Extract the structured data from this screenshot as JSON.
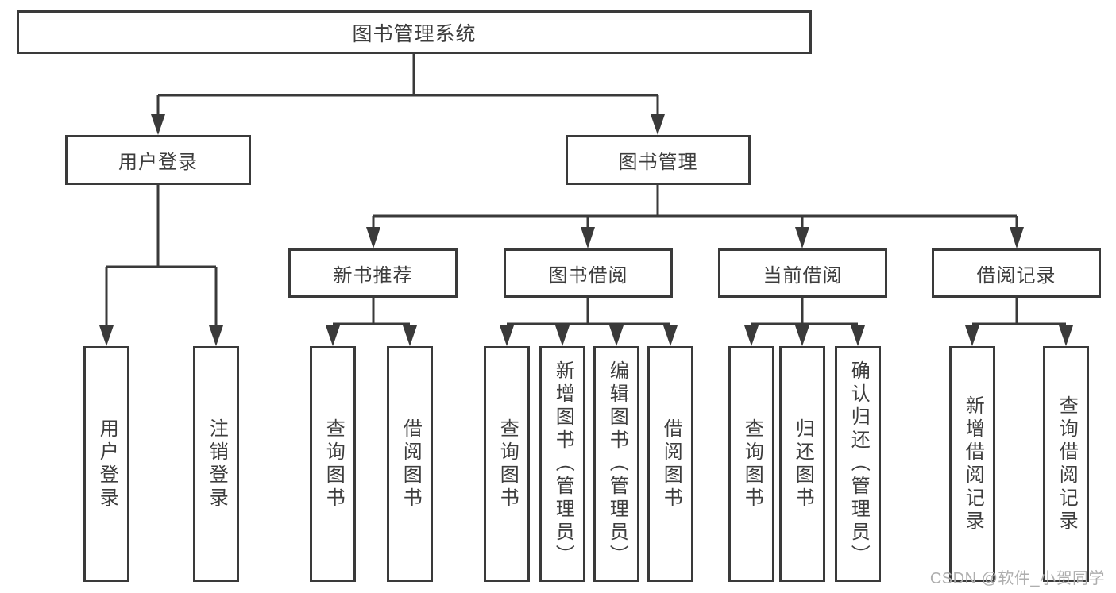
{
  "colors": {
    "line": "#3a3a3a",
    "box_border": "#3a3a3a",
    "text": "#3d3d3d",
    "watermark": "#aeaeae",
    "background": "#ffffff"
  },
  "watermark": {
    "text": "CSDN @软件_小贺同学"
  },
  "tree": {
    "label": "图书管理系统",
    "children": [
      {
        "label": "用户登录",
        "children": [
          {
            "label": "用户登录"
          },
          {
            "label": "注销登录"
          }
        ]
      },
      {
        "label": "图书管理",
        "children": [
          {
            "label": "新书推荐",
            "children": [
              {
                "label": "查询图书"
              },
              {
                "label": "借阅图书"
              }
            ]
          },
          {
            "label": "图书借阅",
            "children": [
              {
                "label": "查询图书"
              },
              {
                "label": "新增图书（管理员）"
              },
              {
                "label": "编辑图书（管理员）"
              },
              {
                "label": "借阅图书"
              }
            ]
          },
          {
            "label": "当前借阅",
            "children": [
              {
                "label": "查询图书"
              },
              {
                "label": "归还图书"
              },
              {
                "label": "确认归还（管理员）"
              }
            ]
          },
          {
            "label": "借阅记录",
            "children": [
              {
                "label": "新增借阅记录"
              },
              {
                "label": "查询借阅记录"
              }
            ]
          }
        ]
      }
    ]
  }
}
